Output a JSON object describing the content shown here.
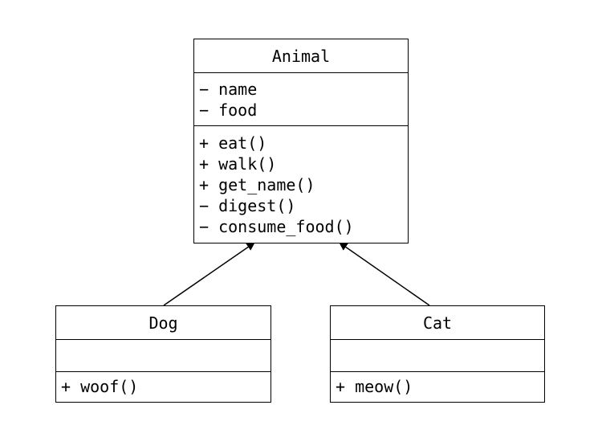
{
  "classes": {
    "animal": {
      "name": "Animal",
      "attributes": [
        "− name",
        "− food"
      ],
      "methods": [
        "+ eat()",
        "+ walk()",
        "+ get_name()",
        "− digest()",
        "− consume_food()"
      ]
    },
    "dog": {
      "name": "Dog",
      "attributes": [],
      "methods": [
        "+ woof()"
      ]
    },
    "cat": {
      "name": "Cat",
      "attributes": [],
      "methods": [
        "+ meow()"
      ]
    }
  },
  "relationships": [
    {
      "type": "inheritance",
      "from": "Dog",
      "to": "Animal"
    },
    {
      "type": "inheritance",
      "from": "Cat",
      "to": "Animal"
    }
  ]
}
